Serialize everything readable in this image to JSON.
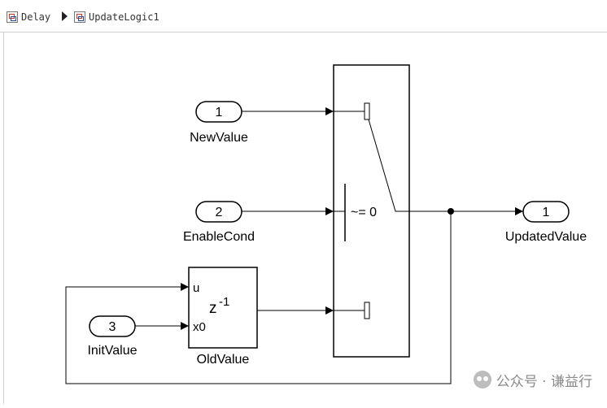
{
  "breadcrumb": {
    "items": [
      {
        "label": "Delay",
        "icon": "model-icon"
      },
      {
        "label": "UpdateLogic1",
        "icon": "subsystem-icon"
      }
    ]
  },
  "diagram": {
    "inports": [
      {
        "number": "1",
        "name": "NewValue"
      },
      {
        "number": "2",
        "name": "EnableCond"
      },
      {
        "number": "3",
        "name": "InitValue"
      }
    ],
    "outport": {
      "number": "1",
      "name": "UpdatedValue"
    },
    "switch": {
      "criteria": "~= 0"
    },
    "delay": {
      "name": "OldValue",
      "operator": "z",
      "exponent": "-1",
      "port_u": "u",
      "port_x0": "x0"
    }
  },
  "watermark": {
    "text": "公众号 · 谦益行"
  }
}
